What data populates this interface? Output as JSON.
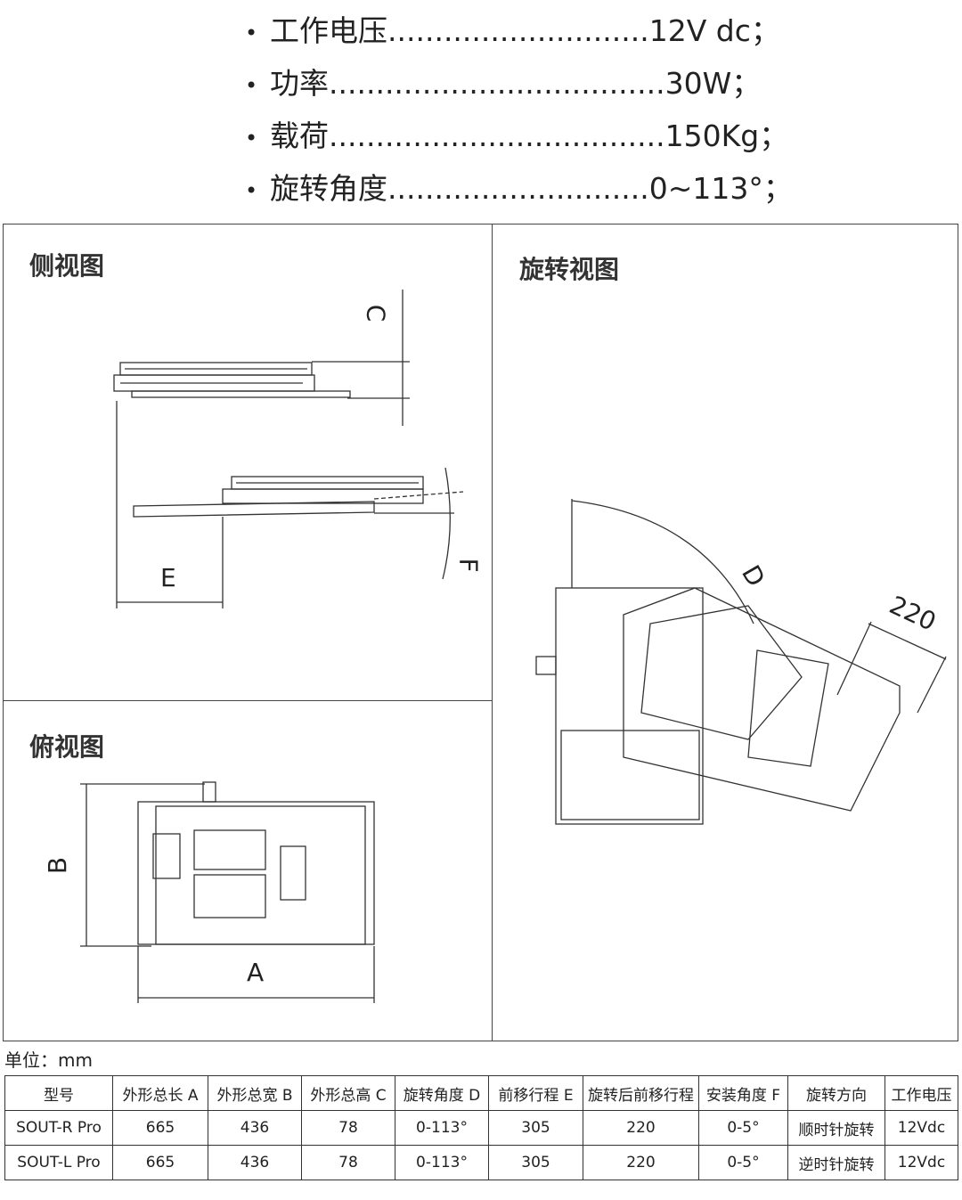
{
  "specs": [
    {
      "label": "工作电压",
      "dots": "............................",
      "value": "12V dc；"
    },
    {
      "label": "功率",
      "dots": "....................................",
      "value": "30W；"
    },
    {
      "label": "载荷",
      "dots": "....................................",
      "value": "150Kg；"
    },
    {
      "label": "旋转角度",
      "dots": "............................",
      "value": "0~113°；"
    }
  ],
  "panels": {
    "side": "侧视图",
    "rotate": "旋转视图",
    "top": "俯视图"
  },
  "dims": {
    "A": "A",
    "B": "B",
    "C": "C",
    "D": "D",
    "E": "E",
    "F": "F",
    "r220": "220"
  },
  "unit": "单位：mm",
  "table": {
    "headers": [
      "型号",
      "外形总长 A",
      "外形总宽 B",
      "外形总高 C",
      "旋转角度 D",
      "前移行程 E",
      "旋转后前移行程",
      "安装角度 F",
      "旋转方向",
      "工作电压"
    ],
    "rows": [
      [
        "SOUT-R Pro",
        "665",
        "436",
        "78",
        "0-113°",
        "305",
        "220",
        "0-5°",
        "顺时针旋转",
        "12Vdc"
      ],
      [
        "SOUT-L Pro",
        "665",
        "436",
        "78",
        "0-113°",
        "305",
        "220",
        "0-5°",
        "逆时针旋转",
        "12Vdc"
      ]
    ]
  }
}
